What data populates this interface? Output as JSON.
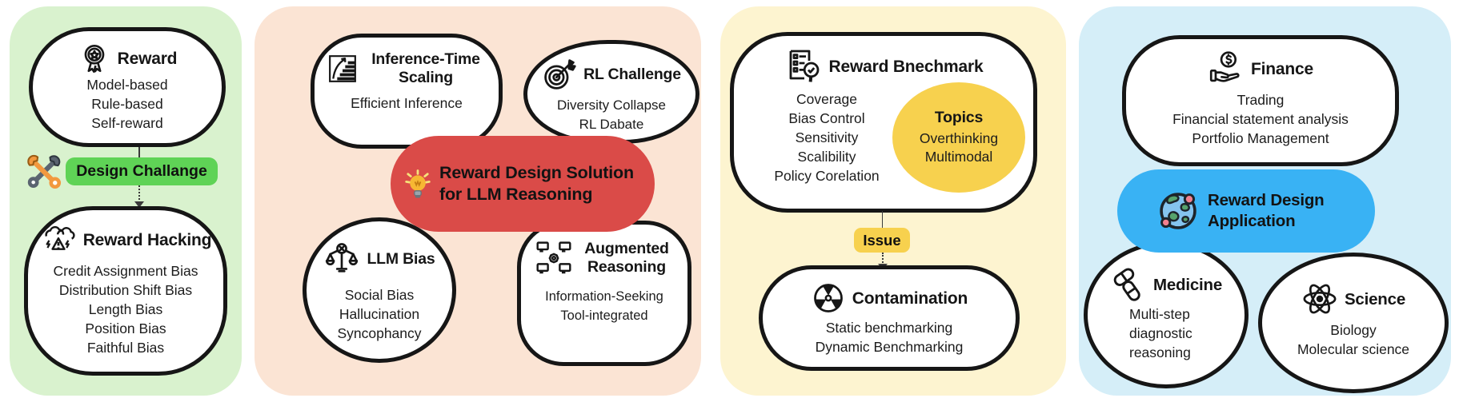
{
  "panel1": {
    "bg": "#d9f2ce",
    "reward": {
      "icon": "award-ribbon",
      "title": "Reward",
      "items": [
        "Model-based",
        "Rule-based",
        "Self-reward"
      ]
    },
    "badge": {
      "icon": "crossed-wrenches",
      "label": "Design Challange",
      "color": "#5fd356"
    },
    "hacking": {
      "icon": "storm-warning",
      "title": "Reward Hacking",
      "items": [
        "Credit Assignment Bias",
        "Distribution Shift Bias",
        "Length Bias",
        "Position Bias",
        "Faithful Bias"
      ]
    }
  },
  "panel2": {
    "bg": "#fbe4d4",
    "inference": {
      "icon": "scaling-chart",
      "title": "Inference-Time Scaling",
      "items": [
        "Efficient Inference"
      ]
    },
    "rl": {
      "icon": "target-dart",
      "title": "RL Challenge",
      "items": [
        "Diversity Collapse",
        "RL Dabate"
      ]
    },
    "center": {
      "icon": "lightbulb",
      "title": "Reward Design Solution for LLM Reasoning",
      "color": "#da4b48"
    },
    "llm_bias": {
      "icon": "balance-scale-x",
      "title": "LLM Bias",
      "items": [
        "Social Bias",
        "Hallucination",
        "Syncophancy"
      ]
    },
    "augmented": {
      "icon": "networked-monitors-gear",
      "title": "Augmented Reasoning",
      "items": [
        "Information-Seeking",
        "Tool-integrated"
      ]
    }
  },
  "panel3": {
    "bg": "#fdf4d0",
    "benchmark": {
      "icon": "checklist-magnifier",
      "title": "Reward Bnechmark",
      "items": [
        "Coverage",
        "Bias Control",
        "Sensitivity",
        "Scalibility",
        "Policy Corelation"
      ]
    },
    "topics": {
      "title": "Topics",
      "items": [
        "Overthinking",
        "Multimodal"
      ],
      "color": "#f7d14e"
    },
    "issue_badge": {
      "label": "Issue",
      "color": "#f7d14e"
    },
    "contamination": {
      "icon": "radiation",
      "title": "Contamination",
      "items": [
        "Static benchmarking",
        "Dynamic Benchmarking"
      ]
    }
  },
  "panel4": {
    "bg": "#d5eef8",
    "finance": {
      "icon": "hand-dollar-coin",
      "title": "Finance",
      "items": [
        "Trading",
        "Financial statement analysis",
        "Portfolio Management"
      ]
    },
    "application": {
      "icon": "earth-globe",
      "title": "Reward Design Application",
      "color": "#39b2f4"
    },
    "medicine": {
      "icon": "pills",
      "title": "Medicine",
      "items": [
        "Multi-step diagnostic reasoning"
      ]
    },
    "science": {
      "icon": "atom",
      "title": "Science",
      "items": [
        "Biology",
        "Molecular science"
      ]
    }
  }
}
